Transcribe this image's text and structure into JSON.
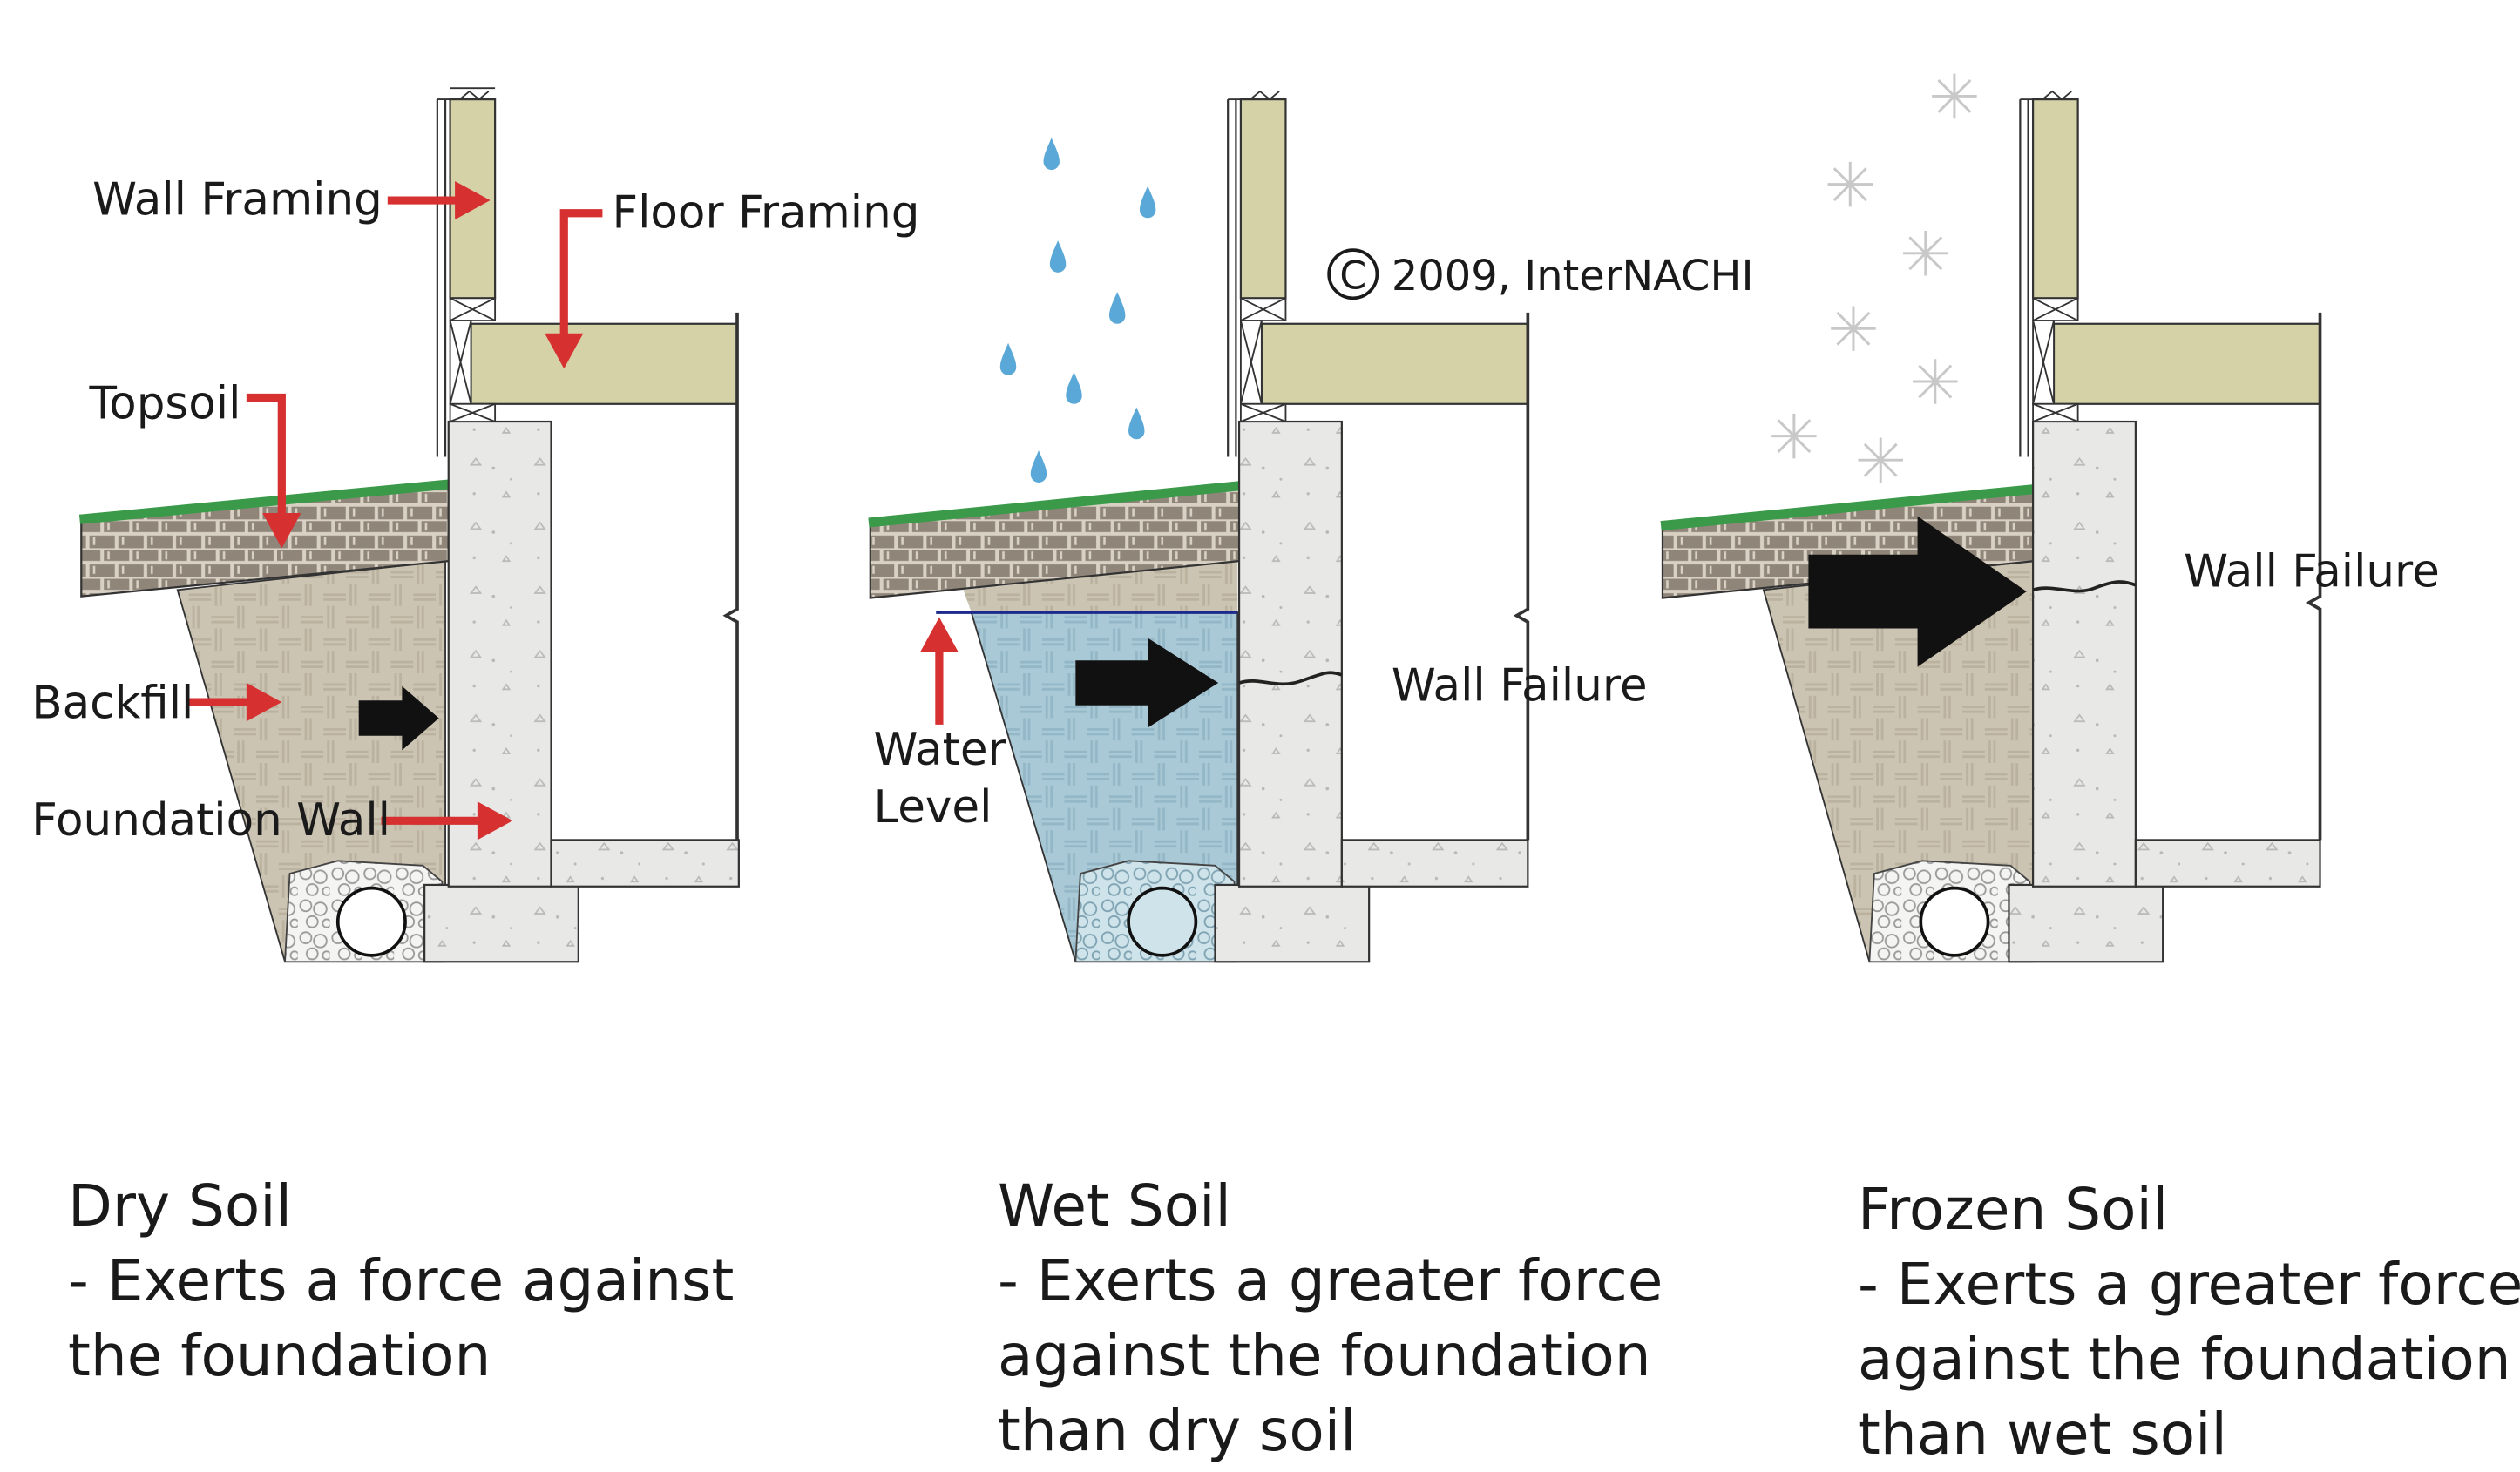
{
  "labels": {
    "wall_framing": "Wall Framing",
    "floor_framing": "Floor Framing",
    "topsoil": "Topsoil",
    "backfill": "Backfill",
    "foundation_wall": "Foundation Wall",
    "water_level_line1": "Water",
    "water_level_line2": "Level",
    "wall_failure_wet": "Wall Failure",
    "wall_failure_frozen": "Wall Failure",
    "copyright_symbol": "C",
    "copyright_text": "2009, InterNACHI"
  },
  "captions": [
    {
      "title": "Dry Soil",
      "lines": [
        "- Exerts a force against",
        "the foundation"
      ]
    },
    {
      "title": "Wet Soil",
      "lines": [
        "- Exerts a greater force",
        "against the foundation",
        "than dry soil"
      ]
    },
    {
      "title": "Frozen Soil",
      "lines": [
        "- Exerts a greater force",
        "against the foundation",
        "than wet soil"
      ]
    }
  ],
  "colors": {
    "arrow_red": "#d63030",
    "force_arrow": "#111111",
    "grass": "#3a9a4a",
    "framing": "#d6d2a8",
    "concrete": "#e8e8e6",
    "backfill": "#ccc4b2",
    "topsoil": "#8f8579",
    "water": "#a9c9d6",
    "water_line": "#1b2a8c",
    "rain": "#5aa8d8",
    "snow": "#c8c8c8"
  }
}
